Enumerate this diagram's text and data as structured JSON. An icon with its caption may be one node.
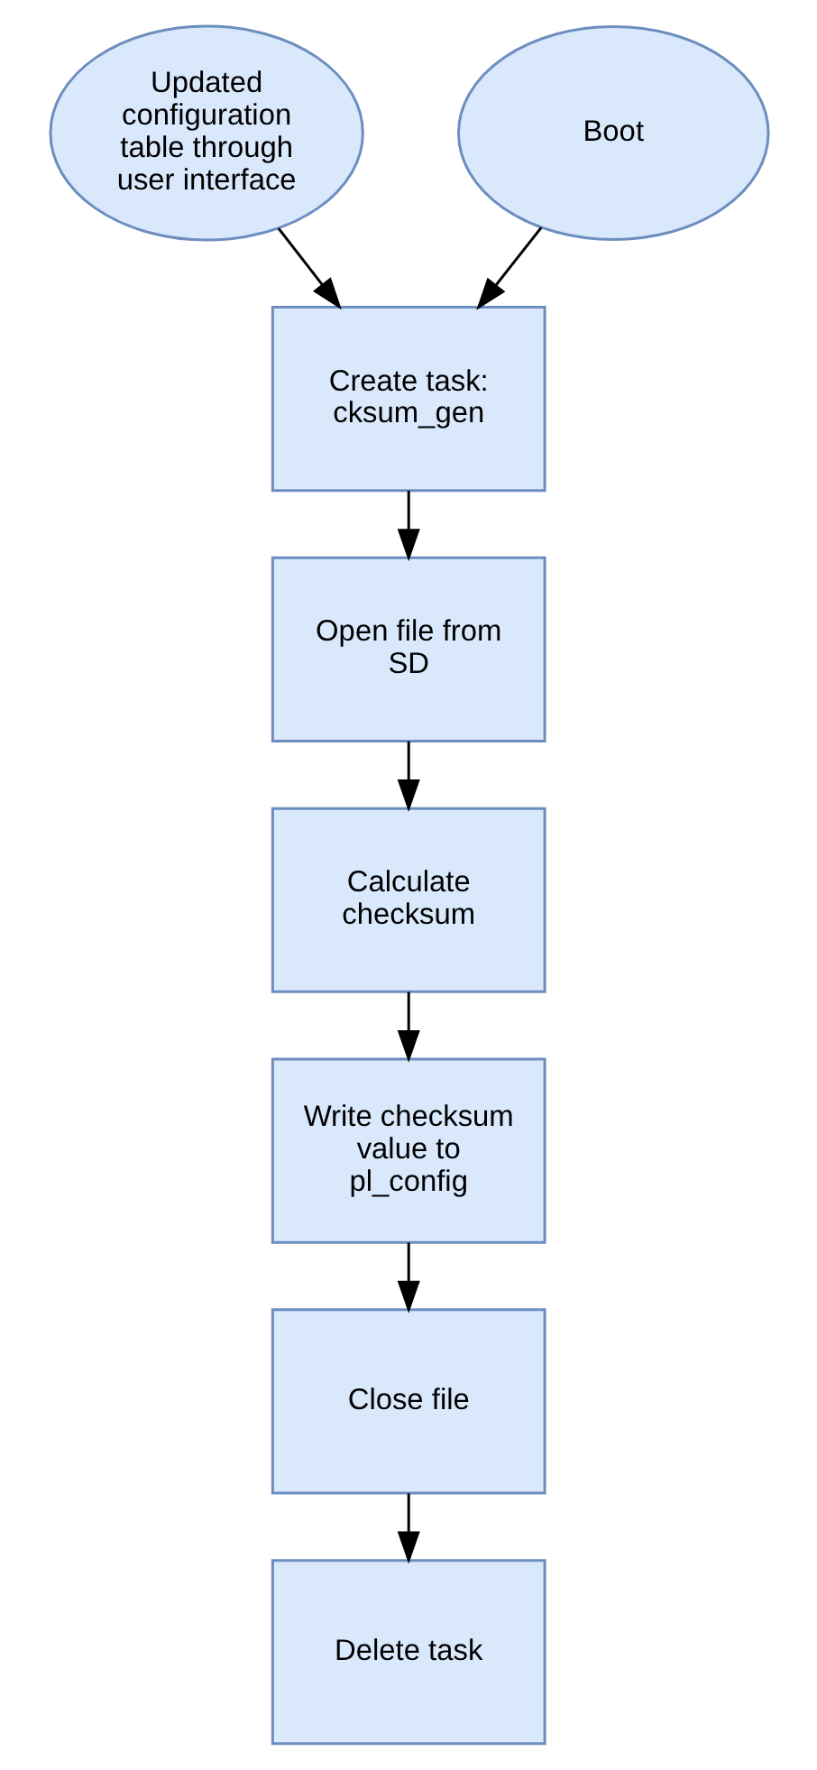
{
  "diagram": {
    "nodes": [
      {
        "text": [
          "Updated configuration table through user interface"
        ]
      },
      {
        "text": [
          "Boot"
        ]
      },
      {
        "text": [
          "Create task: cksum_gen"
        ]
      },
      {
        "text": [
          "Open file from SD"
        ]
      },
      {
        "text": [
          "Calculate checksum"
        ]
      },
      {
        "text": [
          "Write checksum value to pl_config"
        ]
      },
      {
        "text": [
          "Close file"
        ]
      },
      {
        "text": [
          "Delete task"
        ]
      }
    ],
    "edges": [
      {
        "from": 0,
        "to": 2,
        "arrow": "to"
      },
      {
        "from": 1,
        "to": 2,
        "arrow": "to"
      },
      {
        "from": 2,
        "to": 3,
        "arrow": "to"
      },
      {
        "from": 3,
        "to": 4,
        "arrow": "to"
      },
      {
        "from": 4,
        "to": 5,
        "arrow": "to"
      },
      {
        "from": 5,
        "to": 6,
        "arrow": "to"
      },
      {
        "from": 6,
        "to": 7,
        "arrow": "to"
      }
    ]
  }
}
